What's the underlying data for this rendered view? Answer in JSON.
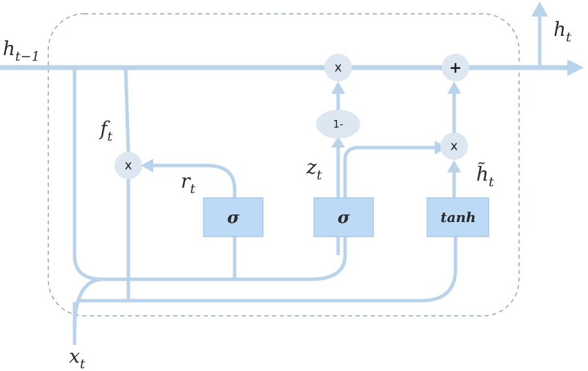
{
  "labels": {
    "h_prev": {
      "base": "h",
      "sub": "t−1"
    },
    "h_out": {
      "base": "h",
      "sub": "t"
    },
    "x_in": {
      "base": "x",
      "sub": "t"
    },
    "f": {
      "base": "f",
      "sub": "t"
    },
    "r": {
      "base": "r",
      "sub": "t"
    },
    "z": {
      "base": "z",
      "sub": "t"
    },
    "h_tilde": {
      "base": "h̃",
      "sub": "t"
    }
  },
  "gates": {
    "reset": "σ",
    "update": "σ",
    "candidate": "tanh"
  },
  "operators": {
    "multiply_forget": "x",
    "multiply_top": "x",
    "multiply_candidate": "x",
    "add": "+",
    "one_minus": "1-"
  },
  "colors": {
    "wire": "#b9d3ea",
    "gate_fill": "#bcd9f5",
    "operator_fill": "#dce7f1",
    "cell_border": "#8aa7bd"
  }
}
